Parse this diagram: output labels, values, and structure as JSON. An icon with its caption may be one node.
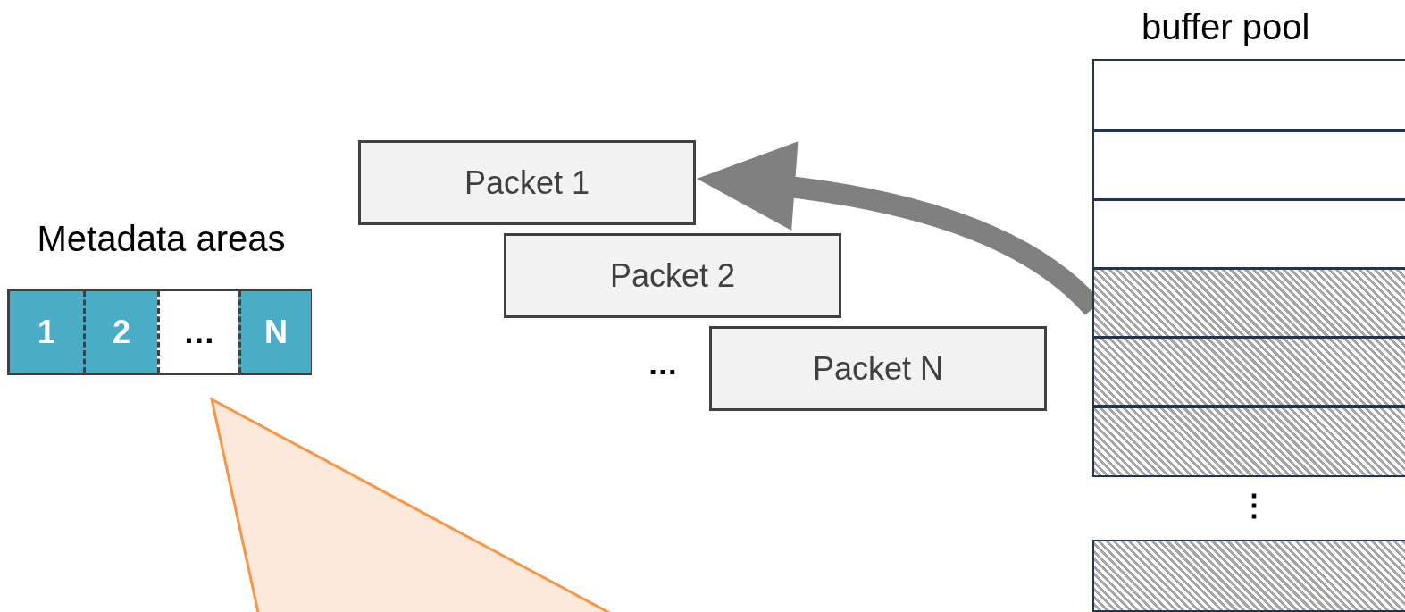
{
  "diagram": {
    "nodes": [
      {
        "text": [
          "Metadata areas"
        ]
      },
      {
        "text": [
          "1"
        ],
        "in": 0
      },
      {
        "text": [
          "2"
        ],
        "in": 0
      },
      {
        "text": [
          "…"
        ],
        "in": 0
      },
      {
        "text": [
          "N"
        ],
        "in": 0
      },
      {
        "text": [
          "Packet 1"
        ]
      },
      {
        "text": [
          "Packet 2"
        ]
      },
      {
        "text": [
          "Packet N"
        ]
      },
      {
        "text": [
          "buffer pool"
        ]
      },
      {
        "text": [],
        "shape": "box",
        "in": 8
      },
      {
        "text": [],
        "shape": "box",
        "in": 8
      },
      {
        "text": [],
        "shape": "box",
        "in": 8
      },
      {
        "text": [],
        "shape": "box",
        "in": 8
      },
      {
        "text": [],
        "shape": "box",
        "in": 8
      },
      {
        "text": [],
        "shape": "box",
        "in": 8
      },
      {
        "text": [],
        "shape": "box",
        "in": 8
      },
      {
        "text": [],
        "shape": "triangle"
      }
    ],
    "edges": [
      {
        "from": 12,
        "to": 5,
        "arrow": "to"
      }
    ],
    "labels": [
      "…",
      "⋮"
    ]
  }
}
